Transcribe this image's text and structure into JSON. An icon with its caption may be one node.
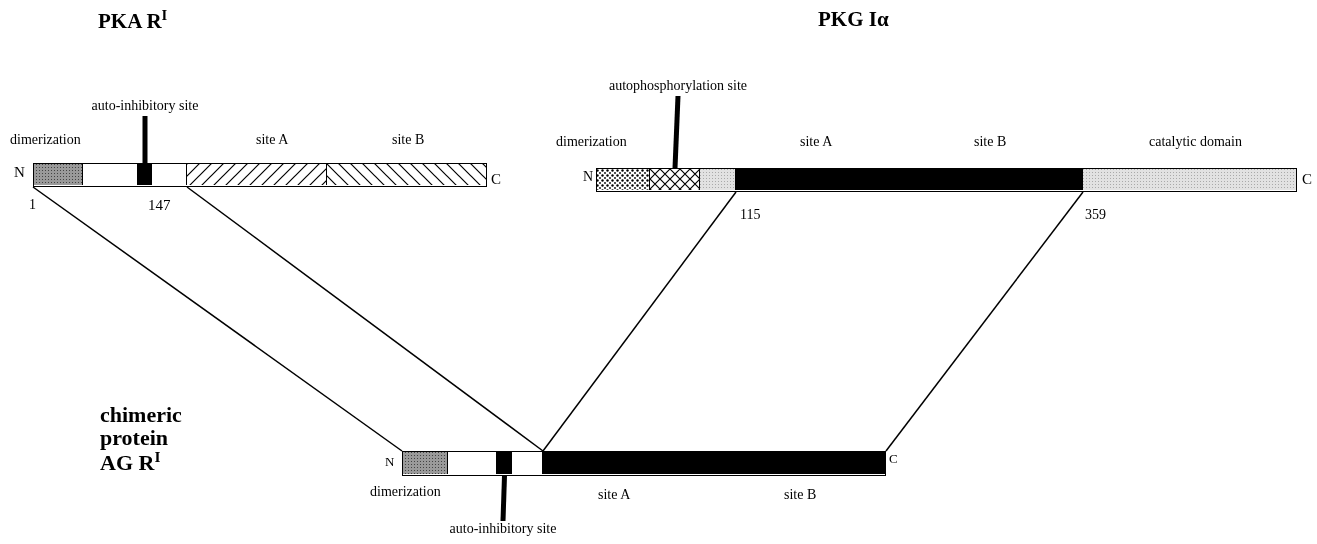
{
  "diagram": {
    "nodes": [
      {
        "text": [],
        "shape": "bar"
      },
      {
        "text": [],
        "shape": "bar",
        "in": 0
      },
      {
        "text": [],
        "shape": "bar",
        "in": 0
      },
      {
        "text": [],
        "shape": "bar",
        "in": 0
      },
      {
        "text": [],
        "shape": "bar",
        "in": 0
      },
      {
        "text": [],
        "shape": "bar",
        "in": 0
      },
      {
        "text": [],
        "shape": "bar",
        "in": 0
      },
      {
        "text": [],
        "shape": "bar"
      },
      {
        "text": [],
        "shape": "bar",
        "in": 7
      },
      {
        "text": [],
        "shape": "bar",
        "in": 7
      },
      {
        "text": [],
        "shape": "bar",
        "in": 7
      },
      {
        "text": [],
        "shape": "bar",
        "in": 7
      },
      {
        "text": [],
        "shape": "bar",
        "in": 7
      },
      {
        "text": [],
        "shape": "bar"
      },
      {
        "text": [],
        "shape": "bar",
        "in": 13
      },
      {
        "text": [],
        "shape": "bar",
        "in": 13
      },
      {
        "text": [],
        "shape": "bar",
        "in": 13
      },
      {
        "text": [],
        "shape": "bar",
        "in": 13
      },
      {
        "text": [],
        "shape": "bar",
        "in": 13
      },
      {
        "text": [
          "auto-inhibitory site"
        ]
      },
      {
        "text": [
          "autophosphorylation site"
        ]
      },
      {
        "text": [
          "auto-inhibitory site"
        ]
      }
    ],
    "edges": [
      {
        "from": 19,
        "to": 3,
        "arrow": "none",
        "style": "thick"
      },
      {
        "from": 20,
        "to": 9,
        "arrow": "none",
        "style": "thick"
      },
      {
        "from": 1,
        "to": 14,
        "arrow": "none"
      },
      {
        "from": 5,
        "to": 18,
        "arrow": "none"
      },
      {
        "from": 11,
        "to": 18,
        "arrow": "none"
      },
      {
        "from": 12,
        "to": 18,
        "arrow": "none"
      },
      {
        "from": 21,
        "to": 16,
        "arrow": "none",
        "style": "thick"
      }
    ],
    "labels": [
      "PKA R$^{I}$",
      "PKG Iα",
      "dimerization",
      "site A",
      "site B",
      "dimerization",
      "site A",
      "site B",
      "catalytic domain",
      "N",
      "C",
      "N",
      "C",
      "1",
      "147",
      "115",
      "359",
      "chimeric protein AG R$^{I}$",
      "N",
      "C",
      "dimerization",
      "site A",
      "site B"
    ]
  }
}
